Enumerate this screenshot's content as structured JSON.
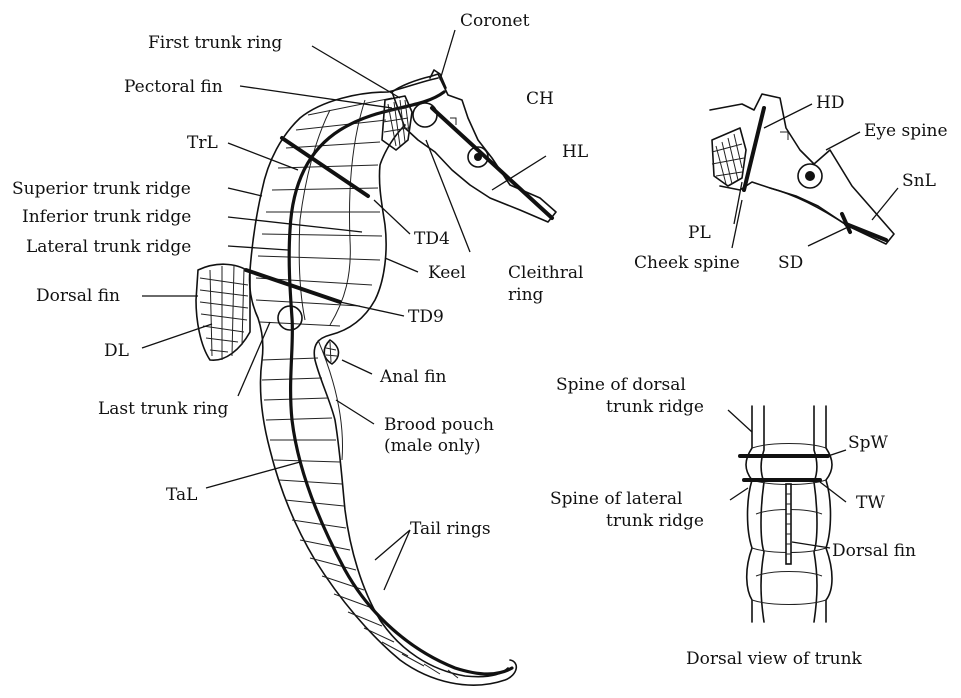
{
  "labels": {
    "coronet": "Coronet",
    "first_trunk_ring": "First trunk ring",
    "pectoral_fin": "Pectoral fin",
    "ch": "CH",
    "trl": "TrL",
    "hl": "HL",
    "superior_trunk_ridge": "Superior trunk ridge",
    "inferior_trunk_ridge": "Inferior trunk ridge",
    "td4": "TD4",
    "lateral_trunk_ridge": "Lateral trunk ridge",
    "keel": "Keel",
    "cleithral_ring_line1": "Cleithral",
    "cleithral_ring_line2": "ring",
    "dorsal_fin": "Dorsal fin",
    "td9": "TD9",
    "dl": "DL",
    "anal_fin": "Anal fin",
    "last_trunk_ring": "Last trunk ring",
    "brood_pouch_line1": "Brood pouch",
    "brood_pouch_line2": "(male only)",
    "tal": "TaL",
    "tail_rings": "Tail rings"
  },
  "head_detail": {
    "hd": "HD",
    "eye_spine": "Eye spine",
    "snl": "SnL",
    "pl": "PL",
    "cheek_spine": "Cheek spine",
    "sd": "SD"
  },
  "trunk_detail": {
    "spine_dorsal_line1": "Spine of dorsal",
    "spine_dorsal_line2": "trunk ridge",
    "spw": "SpW",
    "spine_lateral_line1": "Spine of lateral",
    "spine_lateral_line2": "trunk ridge",
    "tw": "TW",
    "dorsal_fin": "Dorsal fin",
    "caption": "Dorsal view of trunk"
  }
}
